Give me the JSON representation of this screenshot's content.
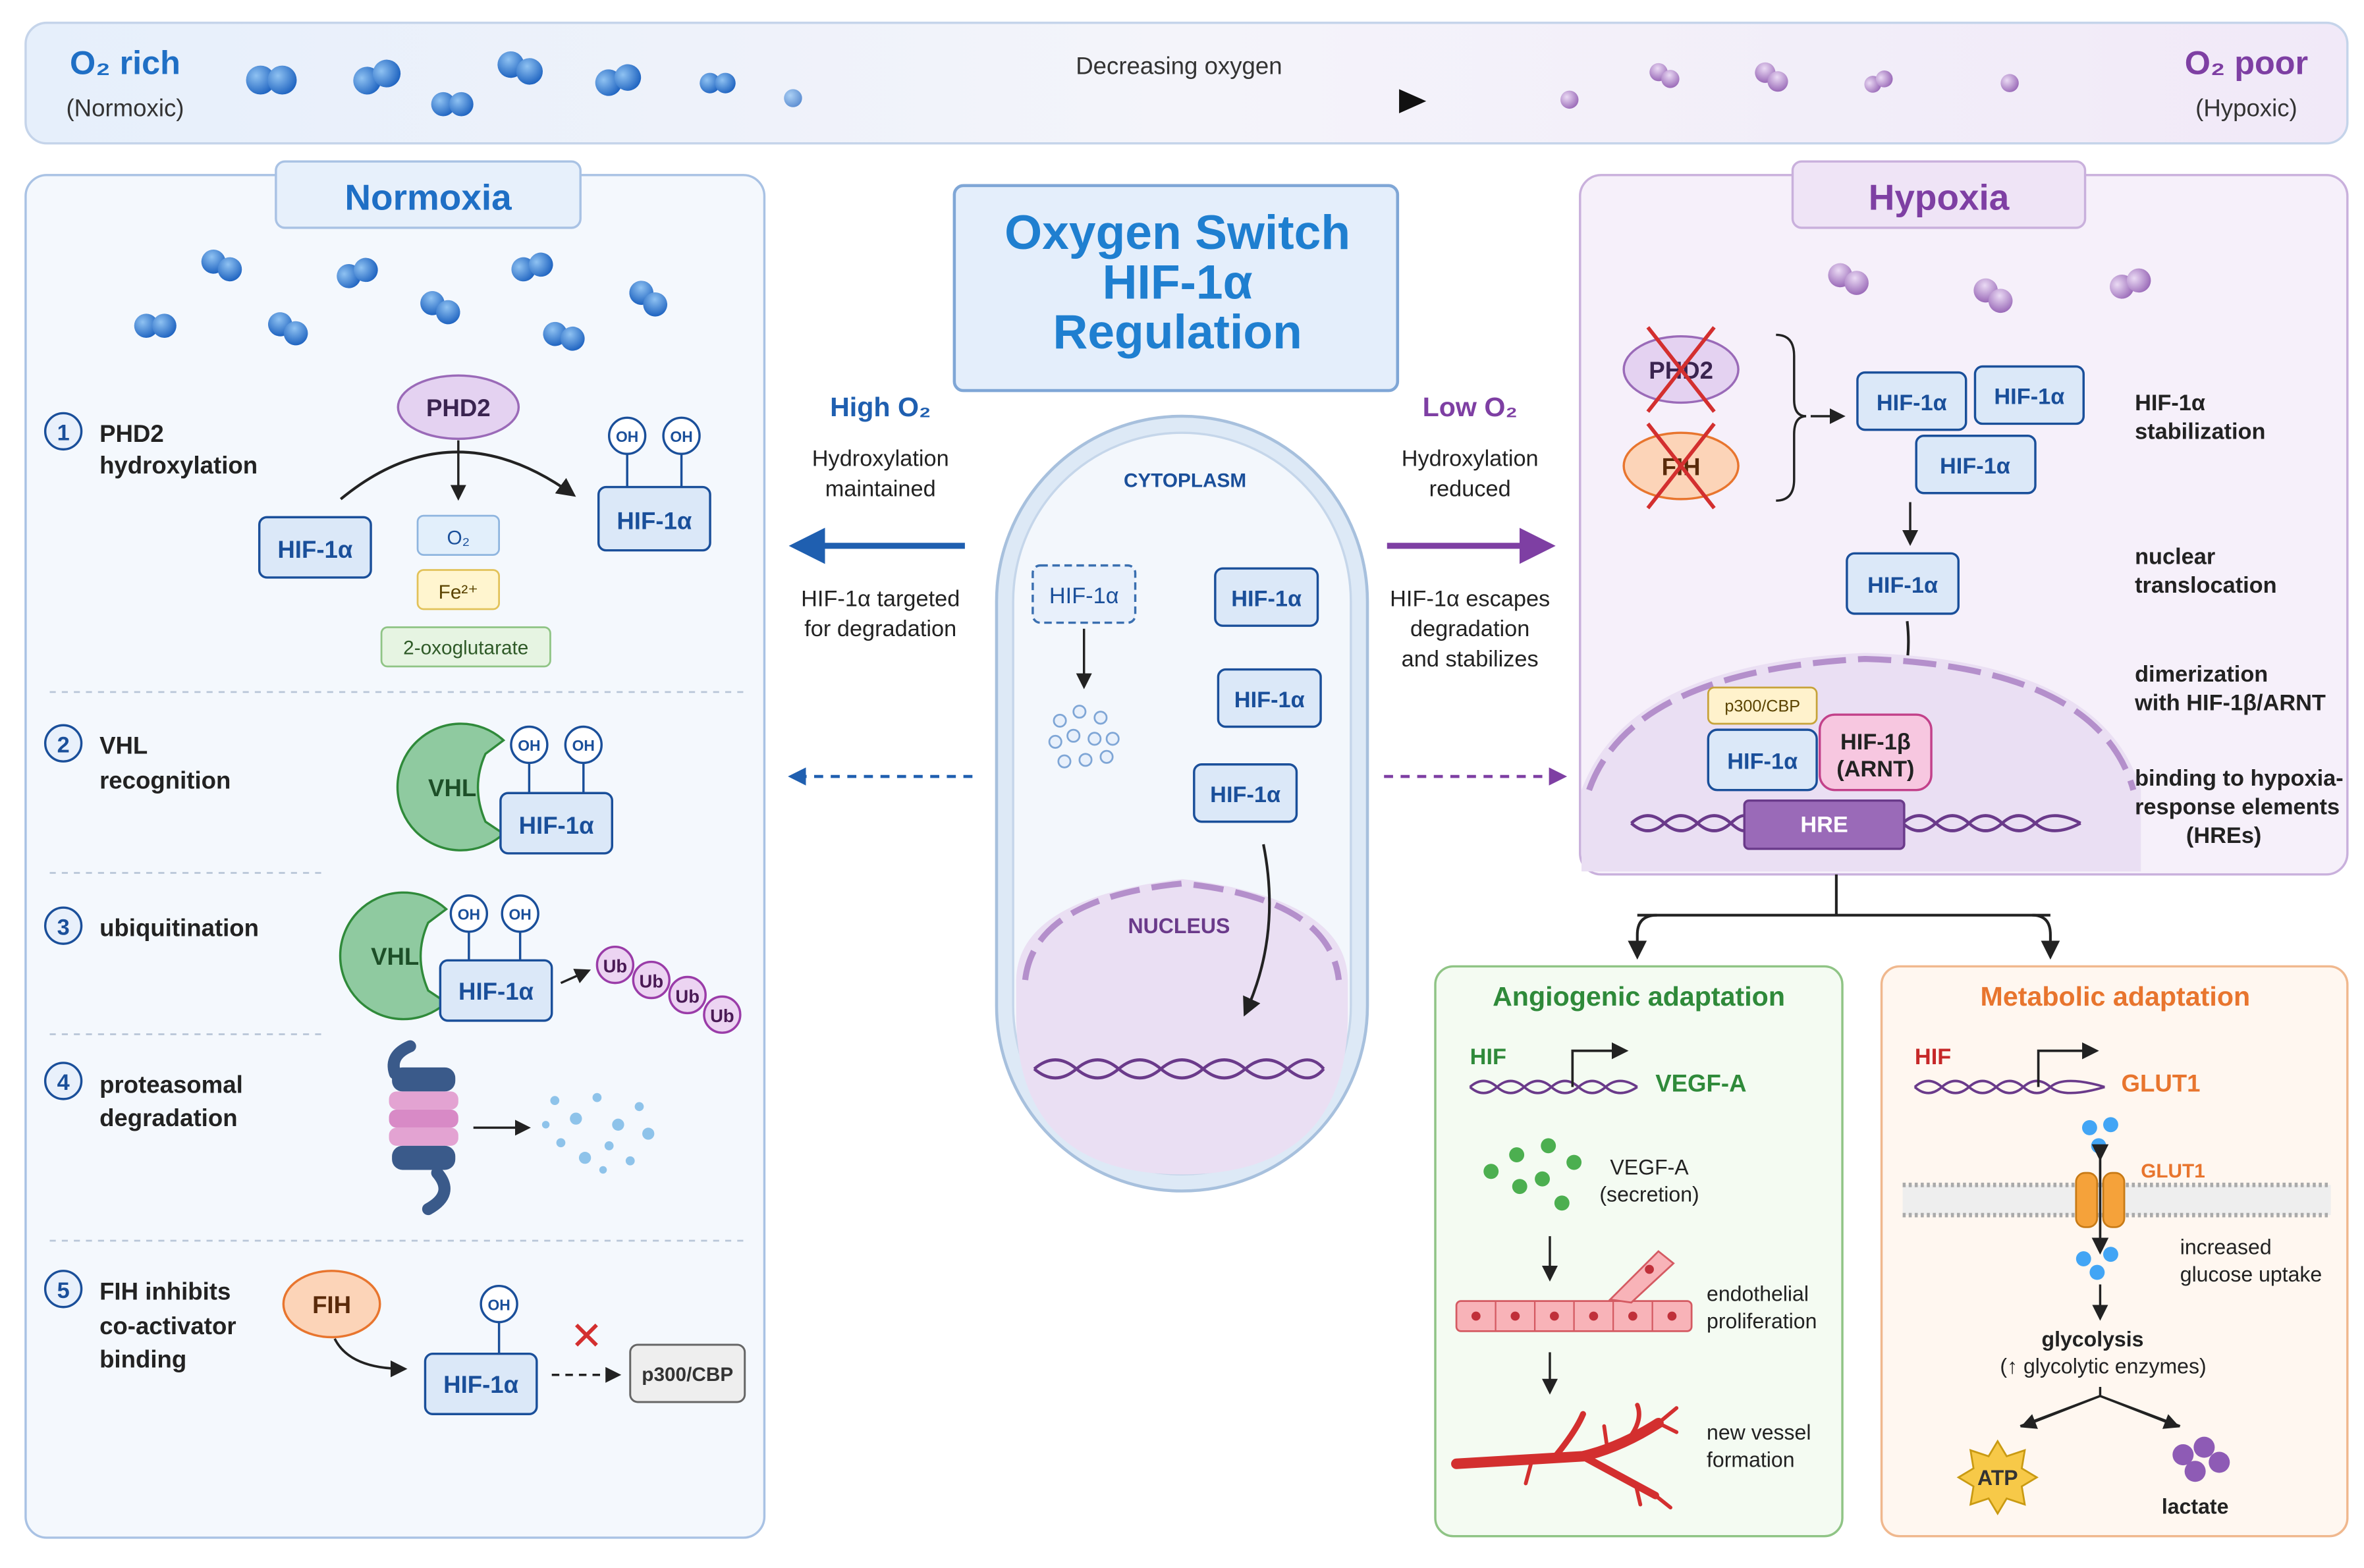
{
  "colors": {
    "blue": "#1f6fc5",
    "blue_dark": "#1a4f9a",
    "blue_box": "#dbe8f8",
    "purple": "#7e3fa3",
    "purple_light": "#efe4f6",
    "green": "#2f8a3a",
    "orange": "#e8752e",
    "red": "#c62828"
  },
  "oxygen_bar": {
    "rich_title": "O₂ rich",
    "rich_sub": "(Normoxic)",
    "gradient_label": "Decreasing oxygen",
    "poor_title": "O₂ poor",
    "poor_sub": "(Hypoxic)"
  },
  "center": {
    "title_line1": "Oxygen Switch",
    "title_line2": "HIF-1α",
    "title_line3": "Regulation",
    "high_o2": "High O₂",
    "high_o2_desc1": "Hydroxylation",
    "high_o2_desc2": "maintained",
    "high_o2_fate1": "HIF-1α targeted",
    "high_o2_fate2": "for degradation",
    "low_o2": "Low O₂",
    "low_o2_desc1": "Hydroxylation",
    "low_o2_desc2": "reduced",
    "low_o2_fate1": "HIF-1α escapes",
    "low_o2_fate2": "degradation",
    "low_o2_fate3": "and stabilizes",
    "cytoplasm": "CYTOPLASM",
    "nucleus": "NUCLEUS",
    "hif1a": "HIF-1α"
  },
  "normoxia": {
    "title": "Normoxia",
    "steps": [
      {
        "num": "1",
        "line1": "PHD2",
        "line2": "hydroxylation",
        "line3": ""
      },
      {
        "num": "2",
        "line1": "VHL",
        "line2": "recognition",
        "line3": ""
      },
      {
        "num": "3",
        "line1": "ubiquitination",
        "line2": "",
        "line3": ""
      },
      {
        "num": "4",
        "line1": "proteasomal",
        "line2": "degradation",
        "line3": ""
      },
      {
        "num": "5",
        "line1": "FIH inhibits",
        "line2": "co-activator",
        "line3": "binding"
      }
    ],
    "phd2": "PHD2",
    "oh": "OH",
    "o2": "O₂",
    "fe": "Fe²⁺",
    "oxoglutarate": "2-oxoglutarate",
    "vhl": "VHL",
    "ub": "Ub",
    "fih": "FIH",
    "p300": "p300/CBP",
    "x_mark": "✕"
  },
  "hypoxia": {
    "title": "Hypoxia",
    "phd2": "PHD2",
    "fih": "FIH",
    "p300": "p300/CBP",
    "hif1b_line1": "HIF-1β",
    "hif1b_line2": "(ARNT)",
    "hre": "HRE",
    "labels": {
      "stab1": "HIF-1α",
      "stab2": "stabilization",
      "nuc1": "nuclear",
      "nuc2": "translocation",
      "dim1": "dimerization",
      "dim2": "with HIF-1β/ARNT",
      "bind1": "binding to hypoxia-",
      "bind2": "response elements",
      "bind3": "(HREs)"
    }
  },
  "angiogenic": {
    "title": "Angiogenic adaptation",
    "hif": "HIF",
    "gene": "VEGF-A",
    "secretion1": "VEGF-A",
    "secretion2": "(secretion)",
    "prolif1": "endothelial",
    "prolif2": "proliferation",
    "vessel1": "new vessel",
    "vessel2": "formation"
  },
  "metabolic": {
    "title": "Metabolic adaptation",
    "hif": "HIF",
    "gene": "GLUT1",
    "transporter": "GLUT1",
    "uptake1": "increased",
    "uptake2": "glucose uptake",
    "glycolysis1": "glycolysis",
    "glycolysis2": "(↑ glycolytic enzymes)",
    "atp": "ATP",
    "lactate": "lactate"
  }
}
